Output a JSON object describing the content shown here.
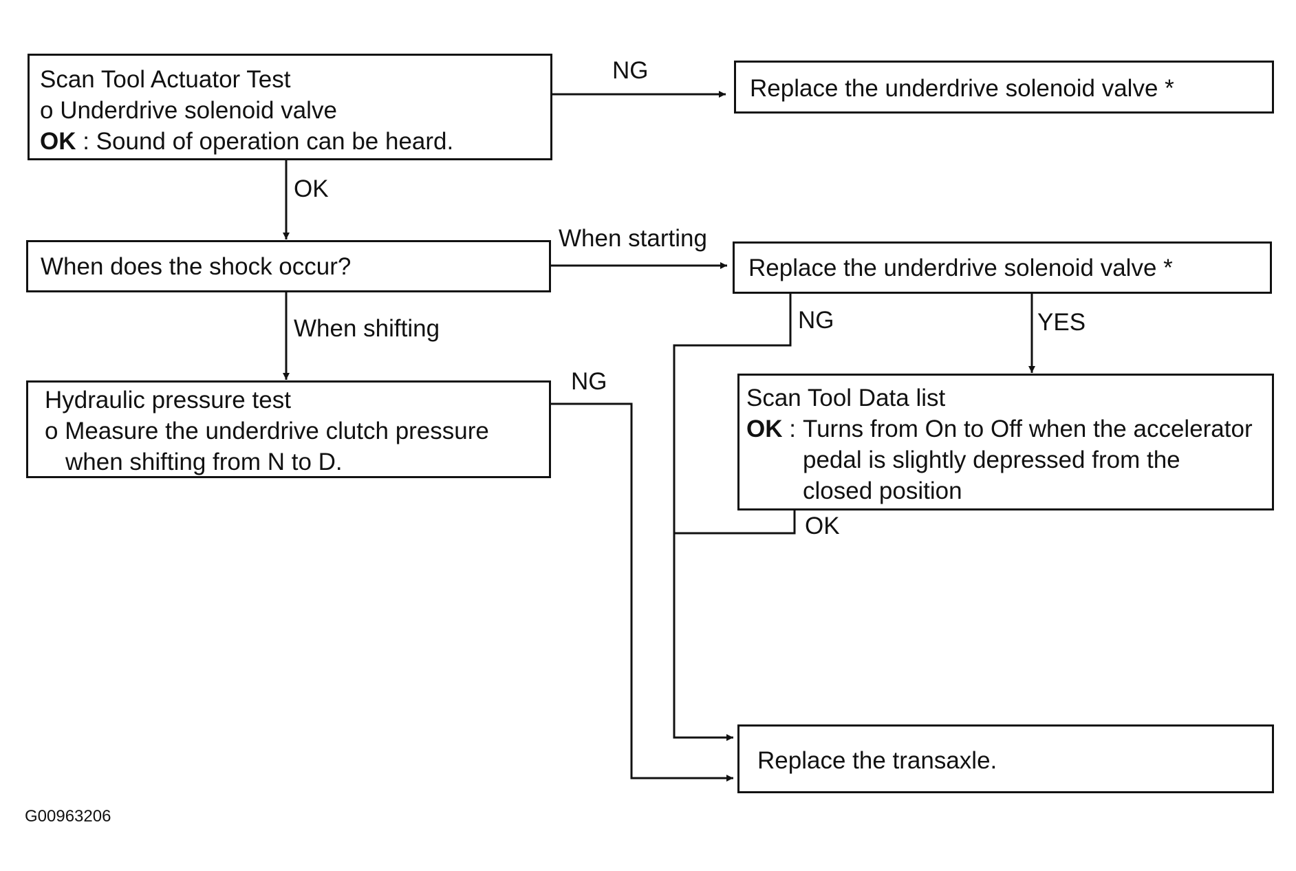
{
  "boxes": {
    "actuator_test": {
      "title": "Scan Tool Actuator Test",
      "item": "o Underdrive solenoid valve",
      "ok_label": "OK",
      "ok_text": " : Sound of operation can be heard."
    },
    "replace_solenoid_1": {
      "text": "Replace the underdrive solenoid valve *"
    },
    "shock_question": {
      "text": "When does the shock occur?"
    },
    "replace_solenoid_2": {
      "text": "Replace the underdrive solenoid valve *"
    },
    "hydraulic_test": {
      "title": "Hydraulic pressure test",
      "item_line1": "o Measure the underdrive clutch pressure",
      "item_line2": "when shifting from N to D."
    },
    "data_list": {
      "title": "Scan Tool Data list",
      "ok_label": "OK",
      "ok_sep": " :",
      "line1": "Turns from On to Off when the accelerator",
      "line2": "pedal is slightly depressed from the",
      "line3": "closed position"
    },
    "replace_transaxle": {
      "text": "Replace the transaxle."
    }
  },
  "labels": {
    "ng_1": "NG",
    "ok_1": "OK",
    "when_starting": "When starting",
    "when_shifting": "When shifting",
    "ng_2": "NG",
    "ng_3": "NG",
    "yes": "YES",
    "ok_2": "OK"
  },
  "figure_id": "G00963206"
}
